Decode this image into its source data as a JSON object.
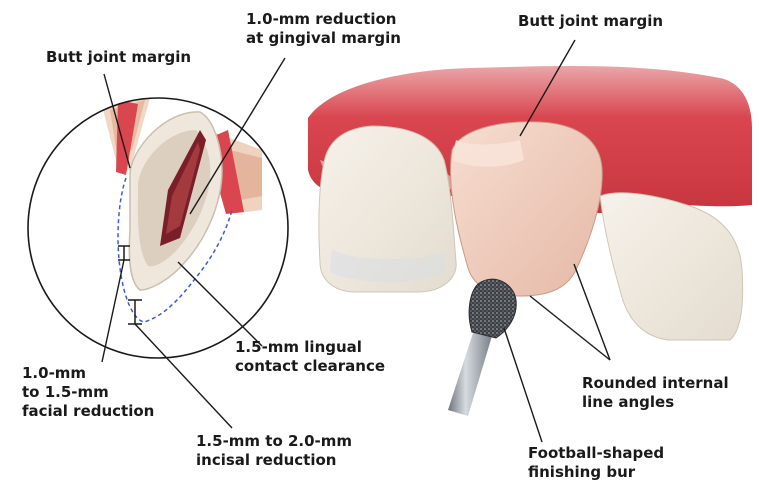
{
  "labels": {
    "butt_joint_left": "Butt joint margin",
    "gingival_reduction": [
      "1.0-mm reduction",
      "at gingival margin"
    ],
    "butt_joint_right": "Butt joint margin",
    "lingual_clearance": [
      "1.5-mm lingual",
      "contact clearance"
    ],
    "facial_reduction": [
      "1.0-mm",
      "to 1.5-mm",
      "facial reduction"
    ],
    "incisal_reduction": [
      "1.5-mm to 2.0-mm",
      "incisal reduction"
    ],
    "internal_angles": [
      "Rounded internal",
      "line angles"
    ],
    "finishing_bur": [
      "Football-shaped",
      "finishing bur"
    ]
  },
  "colors": {
    "gingiva": "#d9464f",
    "tooth_enamel": "#f2ebe0",
    "prepared_tooth": "#f1cfc0",
    "bur_shaft": "#9aa0a8",
    "dashed_outline": "#3b5bd6",
    "pulp": "#7a1f2a"
  },
  "icons": [
    "magnified-cross-section",
    "tooth-illustration",
    "diamond-bur"
  ]
}
